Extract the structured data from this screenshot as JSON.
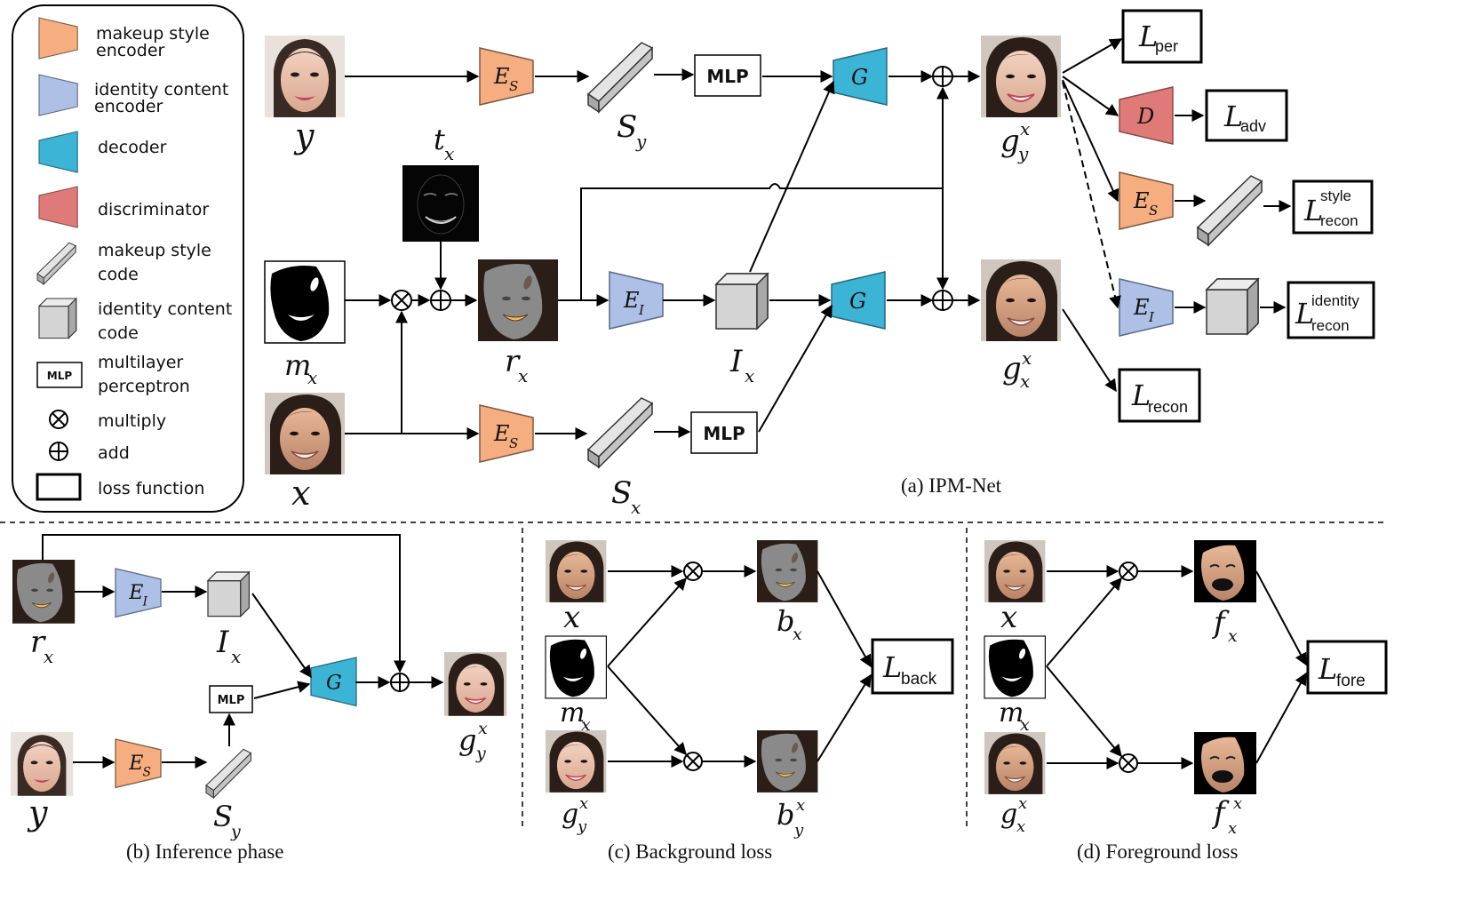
{
  "legend": {
    "style_encoder": "makeup style encoder",
    "content_encoder": "identity content encoder",
    "decoder": "decoder",
    "discriminator": "discriminator",
    "style_code": "makeup style code",
    "content_code": "identity content code",
    "mlp": "multilayer perceptron",
    "mlp_icon": "MLP",
    "multiply": "multiply",
    "add": "add",
    "loss": "loss function"
  },
  "colors": {
    "style_encoder": "#F6AE80",
    "content_encoder": "#AEC0E6",
    "decoder": "#3CB4D6",
    "discriminator": "#E07A78",
    "code_face": "#DADADA"
  },
  "captions": {
    "a": "(a) IPM-Net",
    "b": "(b) Inference phase",
    "c": "(c) Background loss",
    "d": "(d) Foreground loss"
  },
  "blocks": {
    "style_enc": "E",
    "style_enc_sub": "S",
    "content_enc": "E",
    "content_enc_sub": "I",
    "decoder": "G",
    "discriminator": "D",
    "mlp": "MLP"
  },
  "vars": {
    "y": "y",
    "t": "t",
    "t_sub": "x",
    "m": "m",
    "m_sub": "x",
    "r": "r",
    "r_sub": "x",
    "x": "x",
    "S": "S",
    "Sy_sub": "y",
    "Sx_sub": "x",
    "I": "I",
    "I_sub": "x",
    "g": "g",
    "gyx_sub": "y",
    "gyx_sup": "x",
    "gxx_sub": "x",
    "gxx_sup": "x",
    "b": "b",
    "b_sub": "x",
    "byx_sub": "y",
    "byx_sup": "x",
    "f": "f",
    "f_sub": "x",
    "fxx_sub": "x",
    "fxx_sup": "x"
  },
  "losses": {
    "L": "L",
    "per": "per",
    "adv": "adv",
    "style_sup": "style",
    "identity_sup": "identity",
    "recon": "recon",
    "back": "back",
    "fore": "fore"
  }
}
